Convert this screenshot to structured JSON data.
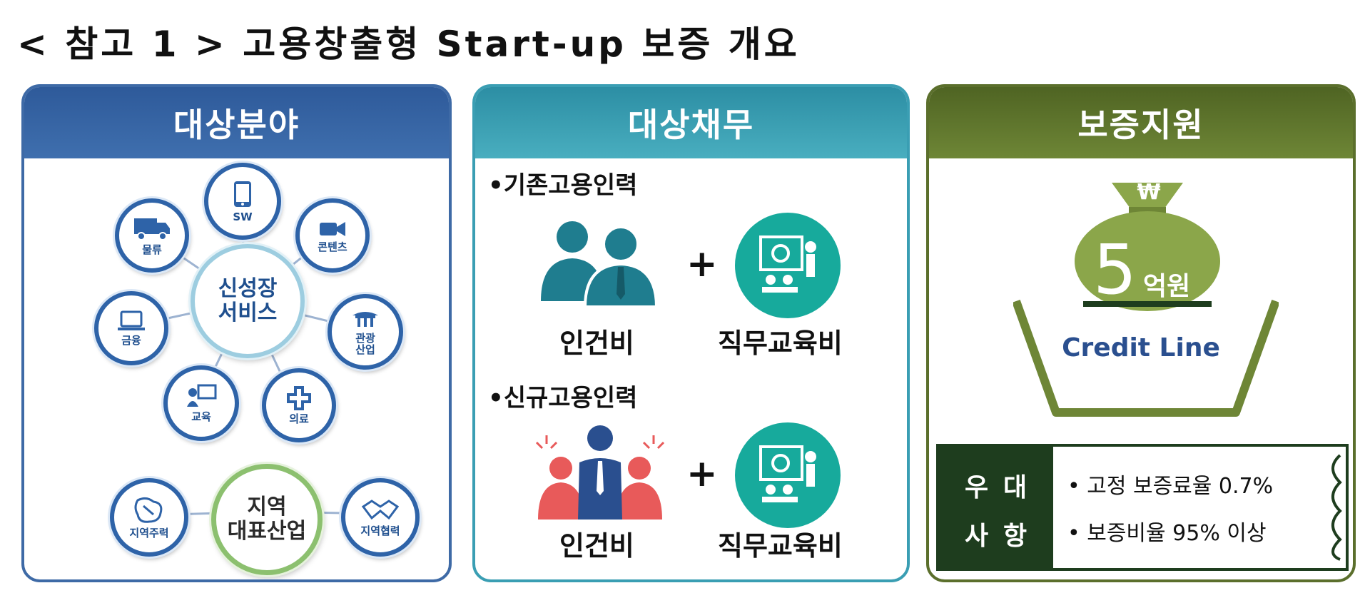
{
  "title": "< 참고 1 > 고용창출형 Start-up 보증 개요",
  "panel1": {
    "heading": "대상분야",
    "hub_line1": "신성장",
    "hub_line2": "서비스",
    "nodes": {
      "sw": "SW",
      "content": "콘텐츠",
      "logistics": "물류",
      "tourism_line1": "관광",
      "tourism_line2": "산업",
      "finance": "금융",
      "education": "교육",
      "medical": "의료",
      "regional_housing": "지역주력",
      "regional_coop": "지역협력"
    },
    "regional_hub_line1": "지역",
    "regional_hub_line2": "대표산업"
  },
  "panel2": {
    "heading": "대상채무",
    "section1": "•기존고용인력",
    "section2": "•신규고용인력",
    "labor_cost": "인건비",
    "training_cost": "직무교육비",
    "plus": "+"
  },
  "panel3": {
    "heading": "보증지원",
    "currency": "₩",
    "amount_number": "5",
    "amount_unit": "억원",
    "credit_line": "Credit Line",
    "benefit_chars": [
      "우",
      "대",
      "사",
      "항"
    ],
    "benefits": [
      "• 고정 보증료율 0.7%",
      "• 보증비율 95% 이상"
    ]
  },
  "colors": {
    "blue": "#2e63a8",
    "teal": "#17aa9c",
    "olive": "#5b6f2c",
    "dark_green": "#1e3d1e"
  }
}
